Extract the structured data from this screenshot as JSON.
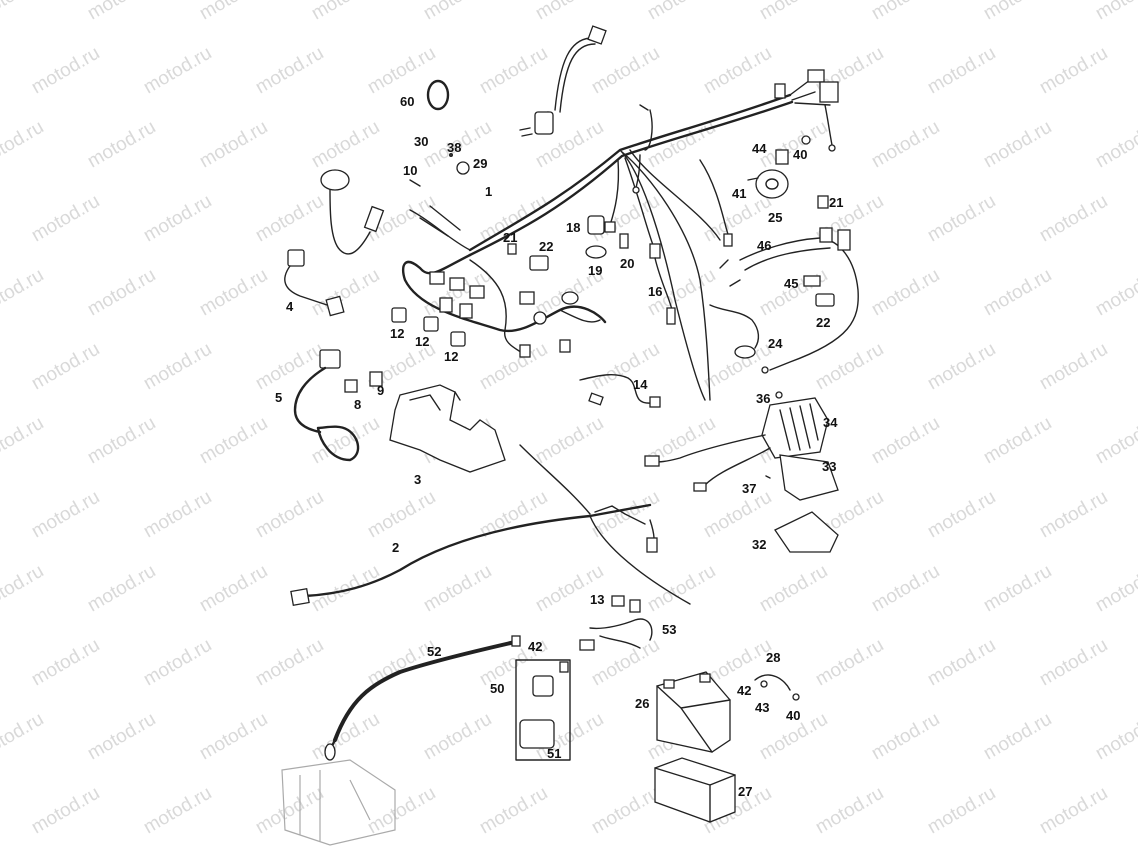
{
  "watermark": {
    "text": "motod.ru"
  },
  "callouts": [
    "60",
    "30",
    "38",
    "29",
    "10",
    "1",
    "44",
    "40",
    "41",
    "25",
    "21",
    "18",
    "22",
    "20",
    "19",
    "16",
    "46",
    "4",
    "12",
    "45",
    "24",
    "5",
    "8",
    "9",
    "14",
    "36",
    "34",
    "3",
    "33",
    "37",
    "2",
    "32",
    "13",
    "53",
    "52",
    "42",
    "50",
    "51",
    "28",
    "43",
    "26",
    "27"
  ]
}
